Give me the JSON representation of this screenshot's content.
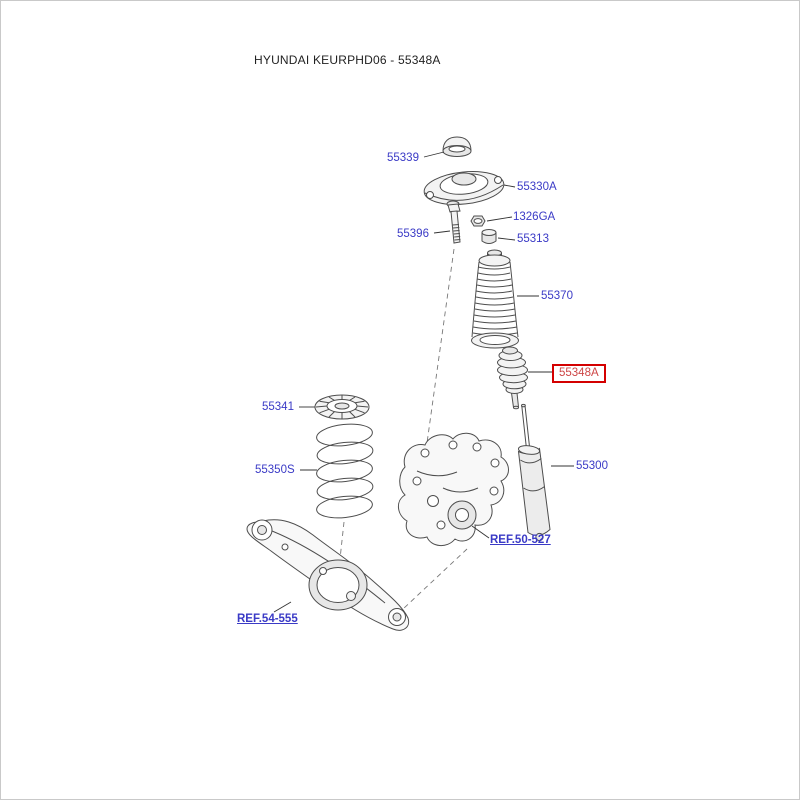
{
  "page": {
    "title": "HYUNDAI KEURPHD06 - 55348A"
  },
  "diagram": {
    "label_color": "#3a3ac6",
    "highlight": {
      "border_color": "#d40000",
      "text_color": "#cd4646"
    },
    "labels": {
      "strut_cap": "55339",
      "strut_insulator": "55330A",
      "flange_nut": "1326GA",
      "bolt": "55396",
      "bushing": "55313",
      "dust_cover": "55370",
      "bumper_stopper": "55348A",
      "shock_absorber": "55300",
      "spring_pad": "55341",
      "coil_spring": "55350S"
    },
    "references": {
      "carrier": "REF.50-527",
      "arm": "REF.54-555"
    }
  }
}
